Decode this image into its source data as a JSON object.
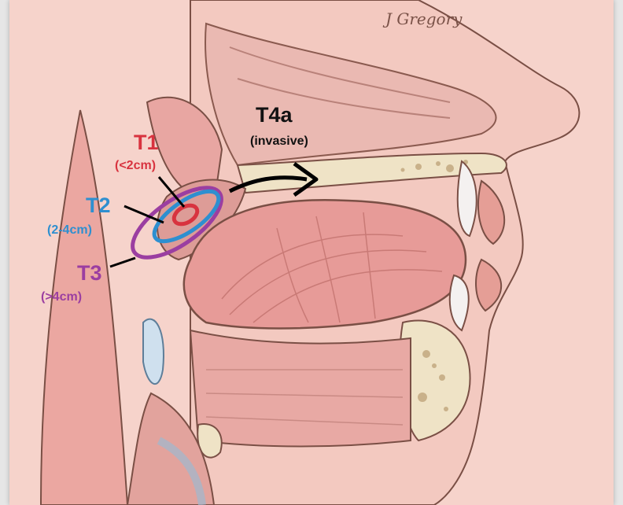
{
  "signature": "J Gregory",
  "labels": {
    "t1": {
      "stage": "T1",
      "size": "(<2cm)",
      "color": "#d8333f"
    },
    "t2": {
      "stage": "T2",
      "size": "(2-4cm)",
      "color": "#2e8fd0"
    },
    "t3": {
      "stage": "T3",
      "size": "(>4cm)",
      "color": "#9b3ea1"
    },
    "t4a": {
      "stage": "T4a",
      "size": "(invasive)",
      "color": "#111111"
    }
  },
  "colors": {
    "background": "#e6e6e6",
    "skin": "#f3c9c0",
    "tissue": "#e9aaa6",
    "tongue": "#e79b98",
    "bone": "#efe3c6",
    "outline": "#7a4f45"
  }
}
